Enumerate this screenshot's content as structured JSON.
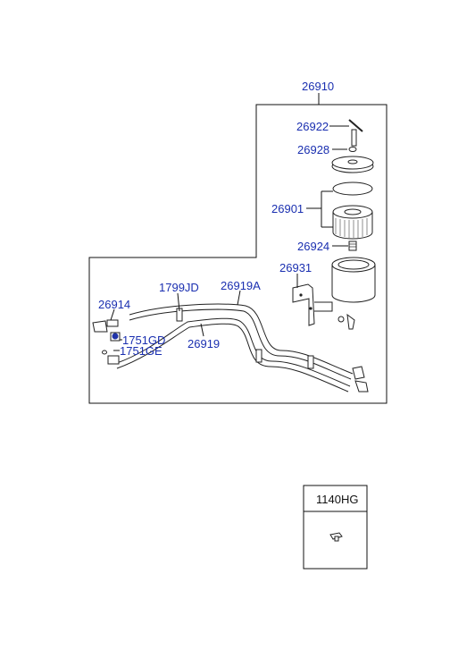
{
  "diagram": {
    "labels": {
      "assembly": "26910",
      "p26922": "26922",
      "p26928": "26928",
      "p26901": "26901",
      "p26924": "26924",
      "p26931": "26931",
      "p26914": "26914",
      "p1799jd": "1799JD",
      "p26919a": "26919A",
      "p26919": "26919",
      "p1751gd": "1751GD",
      "p1751ge": "1751GE"
    },
    "inset": {
      "label": "1140HG"
    },
    "colors": {
      "label_blue": "#1a2fb0",
      "line": "#111111"
    }
  }
}
